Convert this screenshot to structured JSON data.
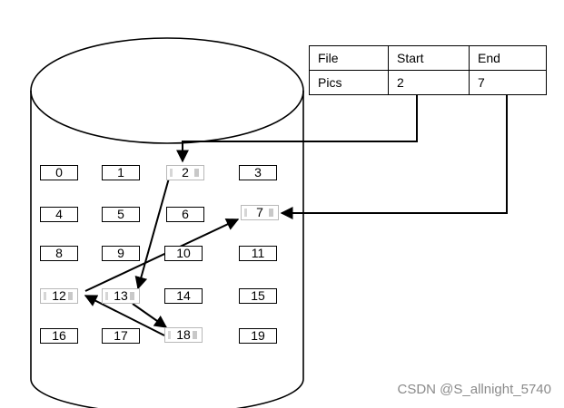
{
  "file_table": {
    "headers": [
      "File",
      "Start",
      "End"
    ],
    "row": [
      "Pics",
      "2",
      "7"
    ]
  },
  "blocks": [
    "0",
    "1",
    "2",
    "3",
    "4",
    "5",
    "6",
    "7",
    "8",
    "9",
    "10",
    "11",
    "12",
    "13",
    "14",
    "15",
    "16",
    "17",
    "18",
    "19"
  ],
  "allocation_chain": [
    "2",
    "13",
    "18",
    "12",
    "7"
  ],
  "watermark": "CSDN @S_allnight_5740"
}
